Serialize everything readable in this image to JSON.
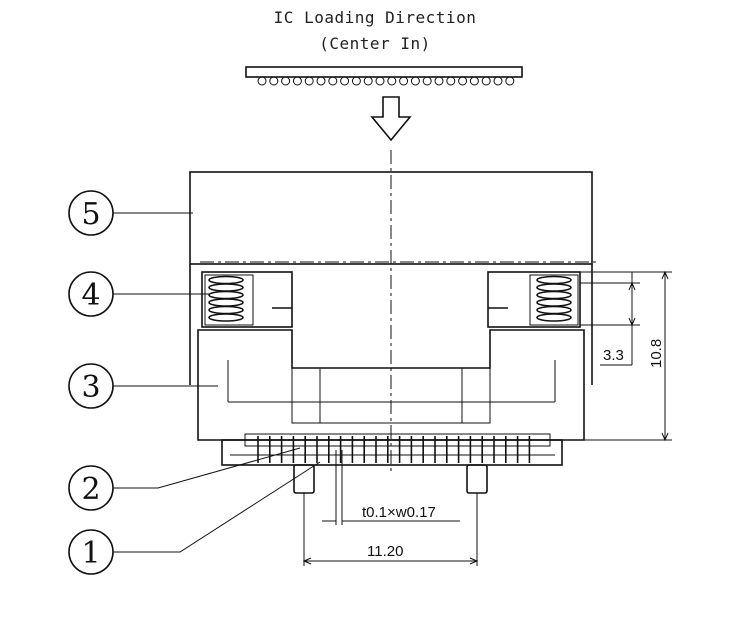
{
  "title": {
    "line1": "IC Loading Direction",
    "line2": "(Center In)"
  },
  "callouts": [
    "5",
    "4",
    "3",
    "2",
    "1"
  ],
  "dimensions": {
    "spring_gap": "3.3",
    "overall_height": "10.8",
    "contact_size": "t0.1×w0.17",
    "post_pitch": "11.20"
  }
}
